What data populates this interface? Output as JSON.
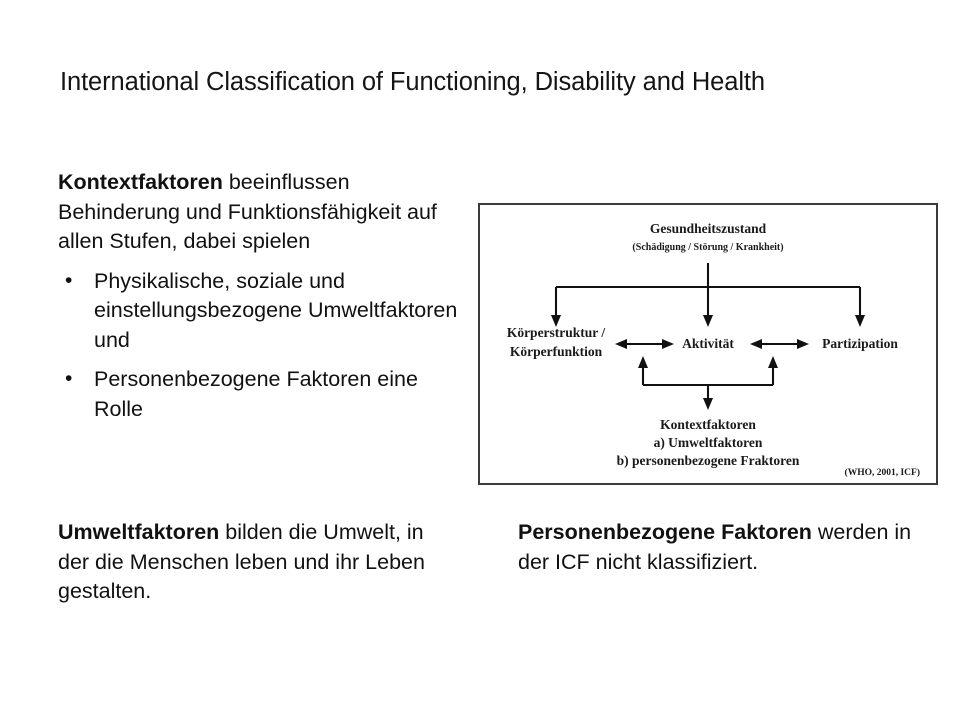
{
  "slide": {
    "title": "International Classification of Functioning, Disability and Health",
    "background_color": "#ffffff",
    "text_color": "#111111"
  },
  "left_column": {
    "intro": {
      "bold_lead": "Kontextfaktoren",
      "rest": " beeinflussen Behinderung und Funktionsfähigkeit auf allen Stufen, dabei spielen"
    },
    "bullets": [
      {
        "marker": "•",
        "text": "Physikalische, soziale und einstellungsbezogene Umweltfaktoren und"
      },
      {
        "marker": "•",
        "text": "Personenbezogene Faktoren eine Rolle"
      }
    ]
  },
  "bottom_left": {
    "bold_lead": "Umweltfaktoren",
    "rest": " bilden die Umwelt, in der die Menschen leben und ihr Leben gestalten."
  },
  "bottom_right": {
    "bold_lead": "Personenbezogene Faktoren",
    "rest": " werden in der ICF nicht klassifiziert."
  },
  "figure": {
    "border_color": "#3a3a3a",
    "line_color": "#111111",
    "top_node": {
      "title": "Gesundheitszustand",
      "subtitle": "(Schädigung / Störung / Krankheit)"
    },
    "middle_nodes": [
      {
        "line1": "Körperstruktur /",
        "line2": "Körperfunktion"
      },
      {
        "line1": "Aktivität",
        "line2": ""
      },
      {
        "line1": "Partizipation",
        "line2": ""
      }
    ],
    "bottom_node": {
      "line1": "Kontextfaktoren",
      "line2": "a) Umweltfaktoren",
      "line3": "b) personenbezogene Fraktoren"
    },
    "citation": "(WHO, 2001, ICF)"
  }
}
